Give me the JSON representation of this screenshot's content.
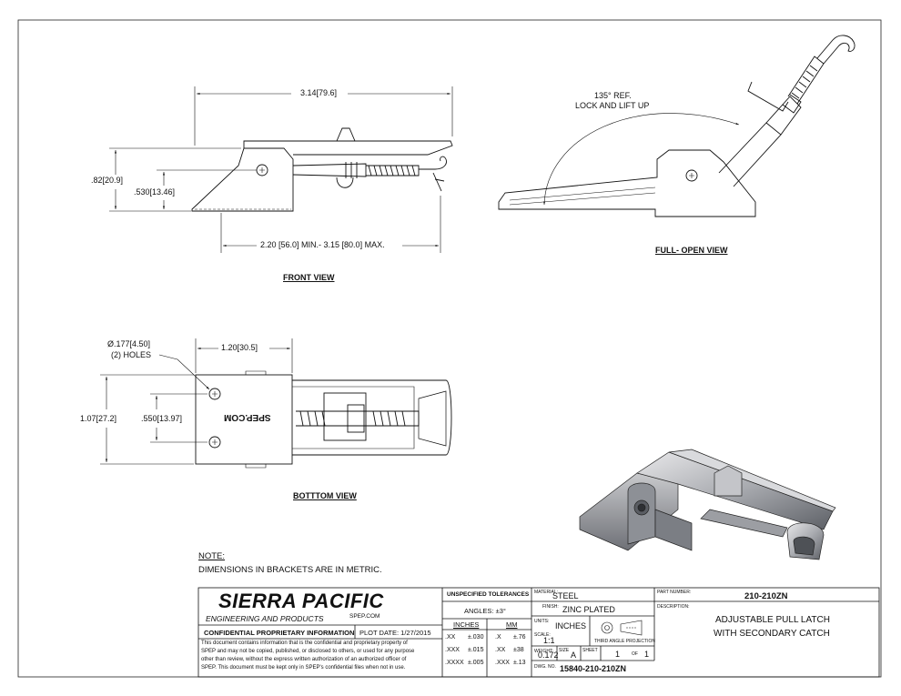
{
  "views": {
    "front": {
      "title": "FRONT VIEW",
      "dim_overall_length": "3.14[79.6]",
      "dim_height": ".82[20.9]",
      "dim_hole_height": ".530[13.46]",
      "dim_range": "2.20 [56.0] MIN.- 3.15 [80.0] MAX."
    },
    "open": {
      "title": "FULL- OPEN VIEW",
      "angle_note_line1": "135° REF.",
      "angle_note_line2": "LOCK AND LIFT UP"
    },
    "bottom": {
      "title": "BOTTTOM VIEW",
      "hole_dia": "Ø.177[4.50]",
      "hole_count": "(2) HOLES",
      "dim_width": "1.20[30.5]",
      "dim_depth": "1.07[27.2]",
      "dim_hole_spacing": ".550[13.97]",
      "stamp": "SPEP.COM"
    }
  },
  "note": {
    "heading": "NOTE:",
    "text": "DIMENSIONS IN BRACKETS ARE IN METRIC."
  },
  "title_block": {
    "company": "SIERRA PACIFIC",
    "company_sub": "ENGINEERING AND PRODUCTS",
    "website": "SPEP.COM",
    "confidential_header": "CONFIDENTIAL PROPRIETARY INFORMATION",
    "plot_date": "PLOT DATE: 1/27/2015",
    "confidential_text": [
      "This document contains information that is the confidential and proprietary property of",
      "SPEP and may not be copied, published, or disclosed to others, or used for any purpose",
      "other than review, without the express written authorization of an authorized officer of",
      "SPEP. This document must be kept only in SPEP's confidential files when not in use."
    ],
    "tolerances": {
      "header": "UNSPECIFIED TOLERANCES",
      "angles": "ANGLES: ±3°",
      "inches_header": "INCHES",
      "mm_header": "MM",
      "rows": [
        {
          "in_key": ".XX",
          "in_val": "±.030",
          "mm_key": ".X",
          "mm_val": "±.76"
        },
        {
          "in_key": ".XXX",
          "in_val": "±.015",
          "mm_key": ".XX",
          "mm_val": "±38"
        },
        {
          "in_key": ".XXXX",
          "in_val": "±.005",
          "mm_key": ".XXX",
          "mm_val": "±.13"
        }
      ]
    },
    "material_label": "MATERIAL:",
    "material": "STEEL",
    "finish_label": "FINISH:",
    "finish": "ZINC PLATED",
    "units_label": "UNITS:",
    "units": "INCHES",
    "projection_label": "THIRD ANGLE PROJECTION",
    "scale_label": "SCALE:",
    "scale": "1:1",
    "weight_label": "WEIGHT:",
    "weight": "0.172",
    "size_label": "SIZE",
    "size": "A",
    "sheet_label": "SHEET",
    "sheet": "1",
    "of_label": "OF",
    "sheet_total": "1",
    "dwg_label": "DWG. NO.",
    "dwg_no": "15840-210-210ZN",
    "part_label": "PART NUMBER:",
    "part_no": "210-210ZN",
    "desc_label": "DESCRIPTION:",
    "desc_line1": "ADJUSTABLE PULL LATCH",
    "desc_line2": "WITH SECONDARY CATCH"
  }
}
